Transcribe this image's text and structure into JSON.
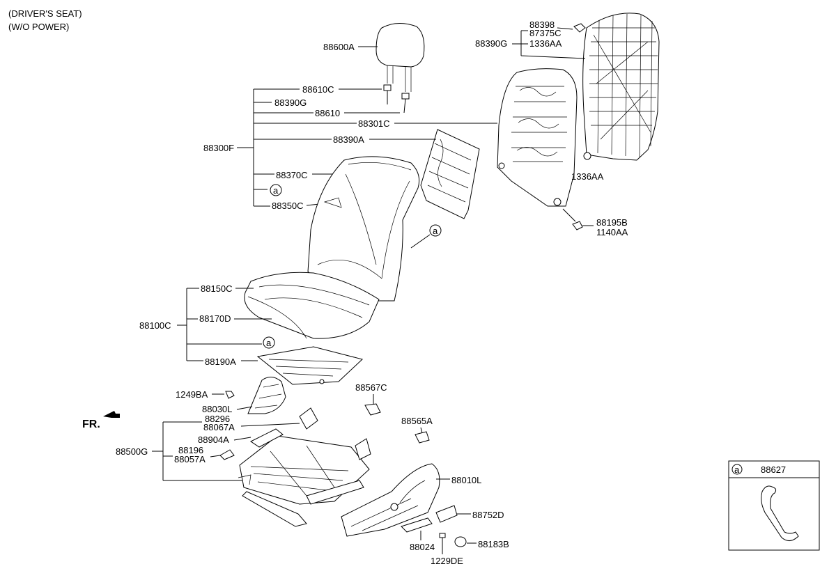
{
  "header": {
    "line1": "(DRIVER'S SEAT)",
    "line2": "(W/O POWER)"
  },
  "direction": {
    "label": "FR."
  },
  "callout_symbol": "a",
  "labels": {
    "p88600A": "88600A",
    "p88398": "88398",
    "p87375C": "87375C",
    "p88390G_top": "88390G",
    "p1336AA_top": "1336AA",
    "p88610C": "88610C",
    "p88390G": "88390G",
    "p88610": "88610",
    "p88301C": "88301C",
    "p88300F": "88300F",
    "p88390A": "88390A",
    "p88370C": "88370C",
    "p88350C": "88350C",
    "p1336AA": "1336AA",
    "p88195B": "88195B",
    "p1140AA": "1140AA",
    "p88150C": "88150C",
    "p88100C": "88100C",
    "p88170D": "88170D",
    "p88190A": "88190A",
    "p1249BA": "1249BA",
    "p88030L": "88030L",
    "p88567C": "88567C",
    "p88296": "88296",
    "p88067A": "88067A",
    "p88565A": "88565A",
    "p88904A": "88904A",
    "p88500G": "88500G",
    "p88196": "88196",
    "p88057A": "88057A",
    "p88010L": "88010L",
    "p88752D": "88752D",
    "p88024": "88024",
    "p88183B": "88183B",
    "p1229DE": "1229DE"
  },
  "inset": {
    "part_number": "88627"
  }
}
